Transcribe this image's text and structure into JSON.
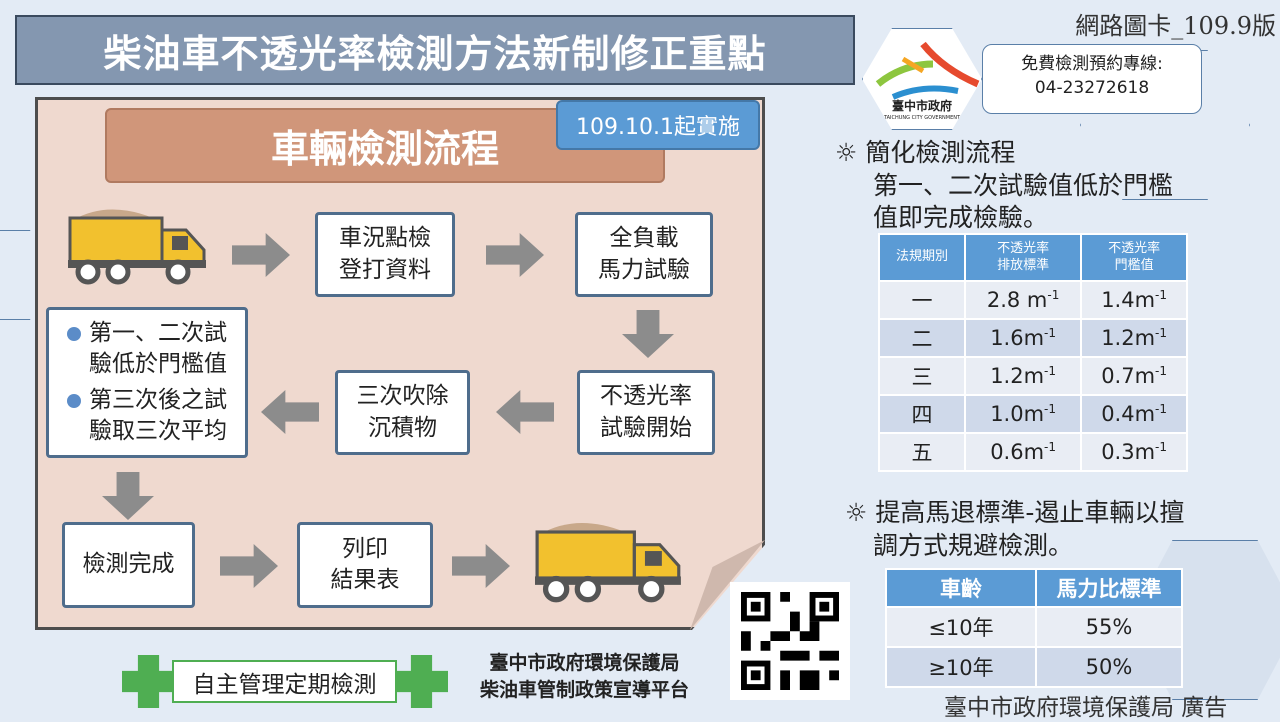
{
  "title": "柴油車不透光率檢測方法新制修正重點",
  "version": "網路圖卡_109.9版",
  "hotline": {
    "label": "免費檢測預約專線:",
    "number": "04-23272618"
  },
  "logo": {
    "name": "臺中市政府",
    "en": "TAICHUNG CITY GOVERNMENT"
  },
  "flow": {
    "header": "車輛檢測流程",
    "badge": "109.10.1起實施",
    "steps": {
      "check": [
        "車況點檢",
        "登打資料"
      ],
      "load": [
        "全負載",
        "馬力試驗"
      ],
      "opacity": [
        "不透光率",
        "試驗開始"
      ],
      "blow": [
        "三次吹除",
        "沉積物"
      ],
      "done": "檢測完成",
      "print": [
        "列印",
        "結果表"
      ]
    },
    "rules": [
      [
        "第一、二次試",
        "驗低於門檻值"
      ],
      [
        "第三次後之試",
        "驗取三次平均"
      ]
    ]
  },
  "footer": {
    "self_manage": "自主管理定期檢測",
    "org": "臺中市政府環境保護局",
    "platform": "柴油車管制政策宣導平台",
    "ad": "臺中市政府環境保護局 廣告"
  },
  "section1": {
    "icon": "☼",
    "lines": [
      "簡化檢測流程",
      "第一、二次試驗值低於門檻",
      "值即完成檢驗。"
    ]
  },
  "table1": {
    "headers": [
      "法規期別",
      "不透光率\n排放標準",
      "不透光率\n門檻值"
    ],
    "rows": [
      [
        "一",
        "2.8 m",
        "1.4m"
      ],
      [
        "二",
        "1.6m",
        "1.2m"
      ],
      [
        "三",
        "1.2m",
        "0.7m"
      ],
      [
        "四",
        "1.0m",
        "0.4m"
      ],
      [
        "五",
        "0.6m",
        "0.3m"
      ]
    ],
    "unit_exp": "-1"
  },
  "section2": {
    "icon": "☼",
    "lines": [
      "提高馬退標準-遏止車輛以擅",
      "調方式規避檢測。"
    ]
  },
  "table2": {
    "headers": [
      "車齡",
      "馬力比標準"
    ],
    "rows": [
      [
        "≤10年",
        "55%"
      ],
      [
        "≥10年",
        "50%"
      ]
    ]
  }
}
